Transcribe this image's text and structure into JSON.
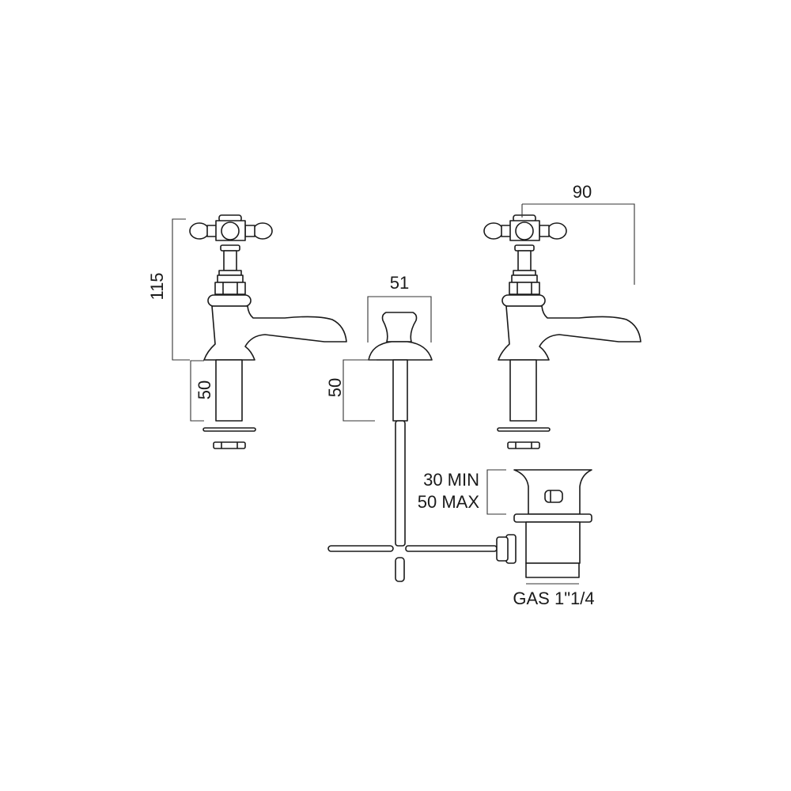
{
  "dimensions": {
    "tap_height": "115",
    "shank_length_left": "50",
    "popup_width": "51",
    "popup_shank_length": "50",
    "spout_reach": "90",
    "waste_range_min": "30 MIN",
    "waste_range_max": "50 MAX",
    "waste_thread": "GAS 1\"1/4"
  },
  "colors": {
    "line": "#1a1a1a",
    "background": "#ffffff"
  }
}
